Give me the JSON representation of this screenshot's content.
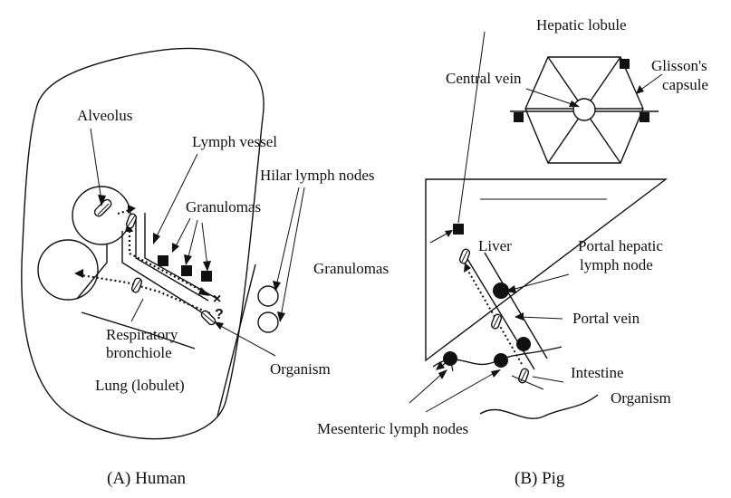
{
  "panel_a": {
    "caption": "(A) Human",
    "labels": {
      "alveolus": "Alveolus",
      "lymph_vessel": "Lymph vessel",
      "granulomas": "Granulomas",
      "hilar_lymph_nodes": "Hilar lymph nodes",
      "respiratory_bronchiole_1": "Respiratory",
      "respiratory_bronchiole_2": "bronchiole",
      "lung_lobulet": "Lung (lobulet)",
      "organism": "Organism",
      "cross_mark": "×",
      "question_mark": "?"
    }
  },
  "panel_b": {
    "caption": "(B) Pig",
    "labels": {
      "hepatic_lobule": "Hepatic lobule",
      "central_vein": "Central vein",
      "glissons_capsule_1": "Glisson's",
      "glissons_capsule_2": "capsule",
      "liver": "Liver",
      "portal_hepatic_lymph_node_1": "Portal hepatic",
      "portal_hepatic_lymph_node_2": "lymph node",
      "granulomas": "Granulomas",
      "portal_vein": "Portal vein",
      "intestine": "Intestine",
      "organism": "Organism",
      "mesenteric_lymph_nodes": "Mesenteric lymph nodes"
    }
  }
}
